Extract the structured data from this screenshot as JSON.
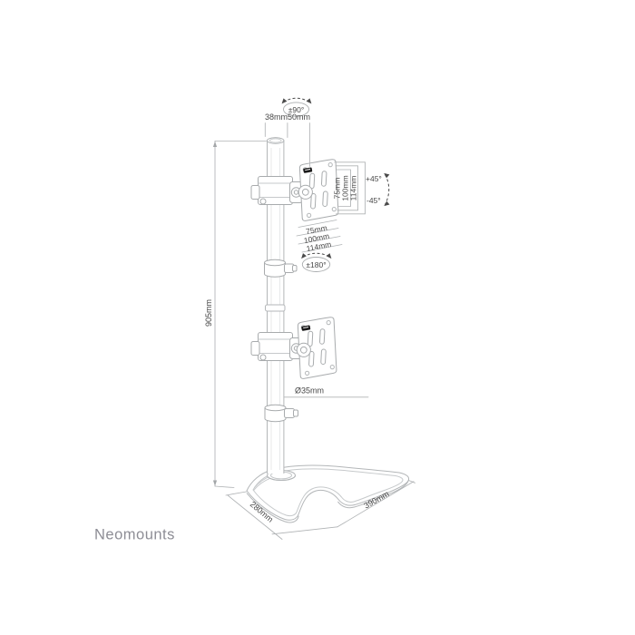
{
  "brand": {
    "name": "Neomounts"
  },
  "colors": {
    "background": "#ffffff",
    "drawing_line": "#b3b6b8",
    "dimension_line": "#b0b3b5",
    "dimension_text": "#474747",
    "arrow_dark": "#4a4a4a",
    "brand_text": "#8d8d95",
    "clip_black": "#1a1a1a"
  },
  "annotations": {
    "rotation_top": "±90°",
    "pole_top_width": "38mm",
    "adapter_width": "50mm",
    "vesa_vertical": [
      "75mm",
      "100mm",
      "114mm"
    ],
    "tilt_up": "+45°",
    "tilt_down": "-45°",
    "vesa_diagonal": [
      "75mm",
      "100mm",
      "114mm"
    ],
    "swivel": "±180°",
    "pole_diameter": "Ø35mm",
    "height": "905mm",
    "base_depth": "280mm",
    "base_width": "390mm"
  }
}
